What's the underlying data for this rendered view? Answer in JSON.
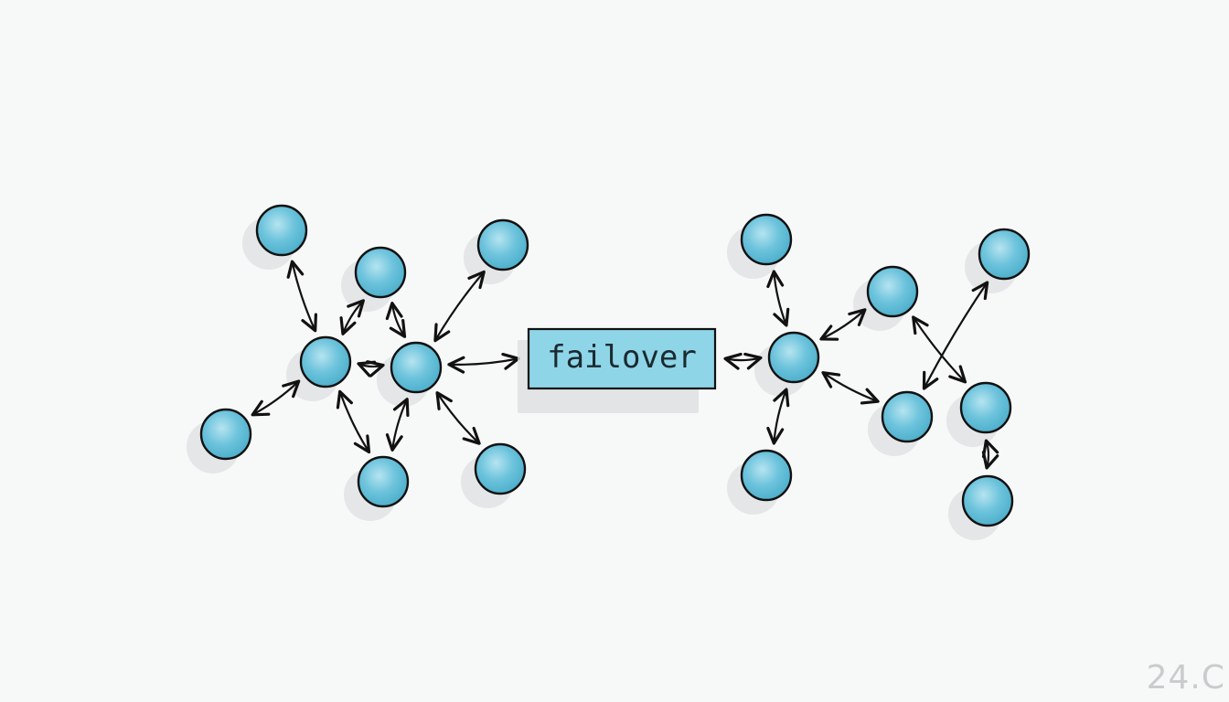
{
  "diagram": {
    "center_label": "failover",
    "corner_mark": "24.C",
    "colors": {
      "node_fill": "#6cc3dc",
      "node_highlight": "#b6e4f0",
      "node_stroke": "#111111",
      "box_fill": "#8fd5e8",
      "edge": "#111111",
      "shadow": "#dcdedf",
      "background": "#f7f8f8"
    },
    "nodes": [
      {
        "id": "L1",
        "cluster": "left"
      },
      {
        "id": "L2",
        "cluster": "left"
      },
      {
        "id": "L3",
        "cluster": "left"
      },
      {
        "id": "L4",
        "cluster": "left"
      },
      {
        "id": "L5",
        "cluster": "left"
      },
      {
        "id": "L6",
        "cluster": "left"
      },
      {
        "id": "L7",
        "cluster": "left"
      },
      {
        "id": "L8",
        "cluster": "left"
      },
      {
        "id": "R1",
        "cluster": "right"
      },
      {
        "id": "R2",
        "cluster": "right"
      },
      {
        "id": "R3",
        "cluster": "right"
      },
      {
        "id": "R4",
        "cluster": "right"
      },
      {
        "id": "R5",
        "cluster": "right"
      },
      {
        "id": "R6",
        "cluster": "right"
      },
      {
        "id": "R7",
        "cluster": "right"
      },
      {
        "id": "R8",
        "cluster": "right"
      }
    ],
    "edges": [
      {
        "from": "L1",
        "to": "L4"
      },
      {
        "from": "L2",
        "to": "L4"
      },
      {
        "from": "L2",
        "to": "L5"
      },
      {
        "from": "L3",
        "to": "L5"
      },
      {
        "from": "L4",
        "to": "L5"
      },
      {
        "from": "L6",
        "to": "L4"
      },
      {
        "from": "L4",
        "to": "L7"
      },
      {
        "from": "L5",
        "to": "L7"
      },
      {
        "from": "L5",
        "to": "L8"
      },
      {
        "from": "L5",
        "to": "BOX"
      },
      {
        "from": "BOX",
        "to": "R3"
      },
      {
        "from": "R1",
        "to": "R3"
      },
      {
        "from": "R3",
        "to": "R2"
      },
      {
        "from": "R3",
        "to": "R6"
      },
      {
        "from": "R3",
        "to": "R5"
      },
      {
        "from": "R2",
        "to": "R7"
      },
      {
        "from": "R4",
        "to": "R6"
      },
      {
        "from": "R8",
        "to": "R7"
      }
    ]
  }
}
